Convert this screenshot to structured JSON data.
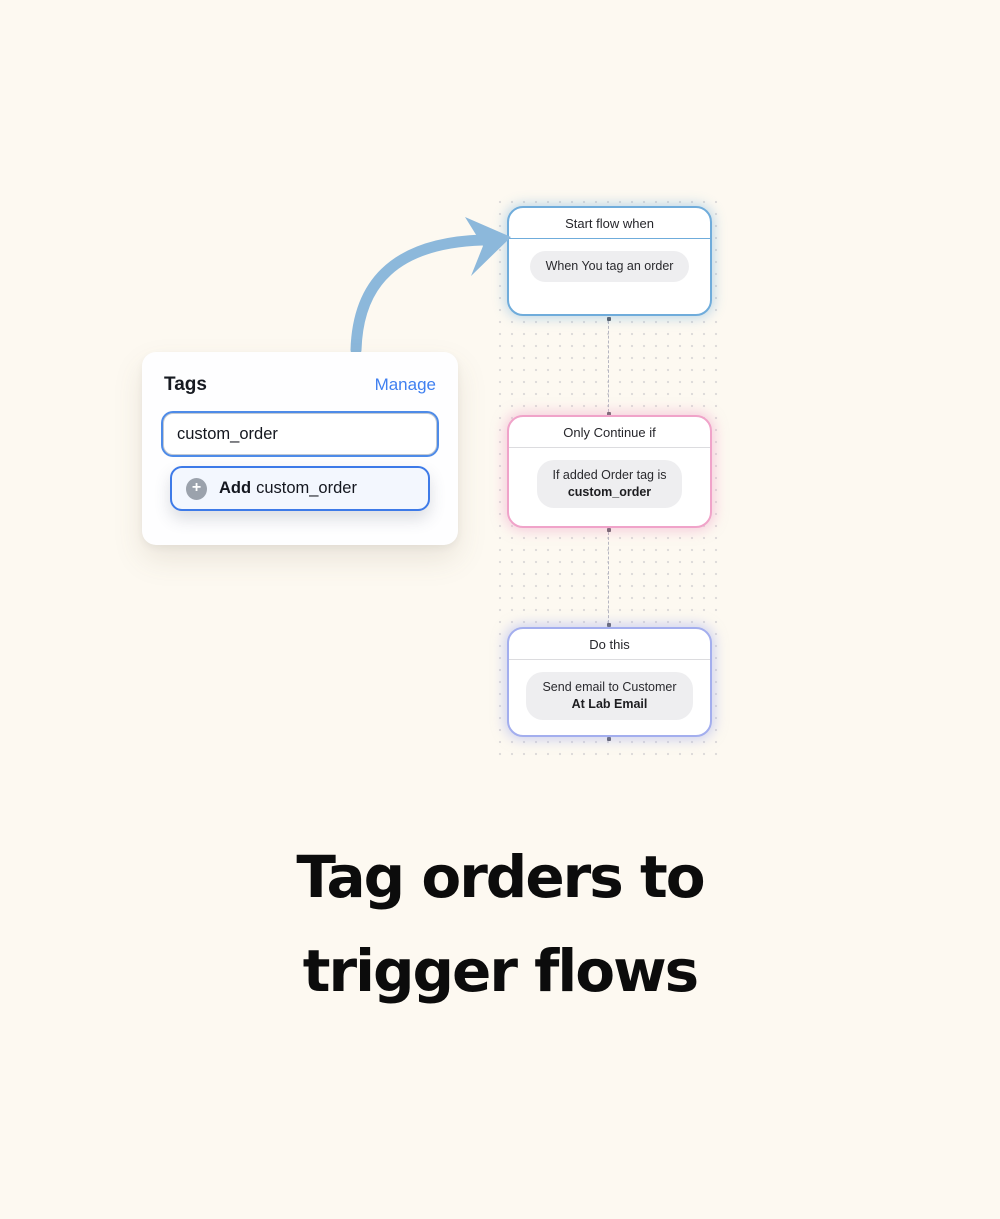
{
  "page": {
    "title_line1": "Tag orders to",
    "title_line2": "trigger flows"
  },
  "tags_panel": {
    "title": "Tags",
    "manage_label": "Manage",
    "input_value": "custom_order",
    "add_option": {
      "icon": "plus-circle-icon",
      "action_label": "Add",
      "tag_value": "custom_order"
    }
  },
  "flow": {
    "nodes": [
      {
        "header": "Start flow when",
        "lines": [
          {
            "text": "When You tag an order",
            "bold": false
          }
        ],
        "accent": "#6FACDB"
      },
      {
        "header": "Only Continue if",
        "lines": [
          {
            "text": "If added Order tag is",
            "bold": false
          },
          {
            "text": "custom_order",
            "bold": true
          }
        ],
        "accent": "#F0A3C9"
      },
      {
        "header": "Do this",
        "lines": [
          {
            "text": "Send email to Customer",
            "bold": false
          },
          {
            "text": "At Lab Email",
            "bold": true
          }
        ],
        "accent": "#A3AEEE"
      }
    ]
  },
  "colors": {
    "page_bg": "#FDF9F1",
    "node_blue": "#6FACDB",
    "node_pink": "#F0A3C9",
    "node_purple": "#A3AEEE",
    "arrow_blue": "#8CB8DB",
    "pill_bg": "#EEEEF0",
    "link_blue": "#4080F0",
    "input_focus_ring": "#4E8BE8",
    "add_option_border": "#3D7AE8",
    "title_color": "#0C0C0C"
  }
}
